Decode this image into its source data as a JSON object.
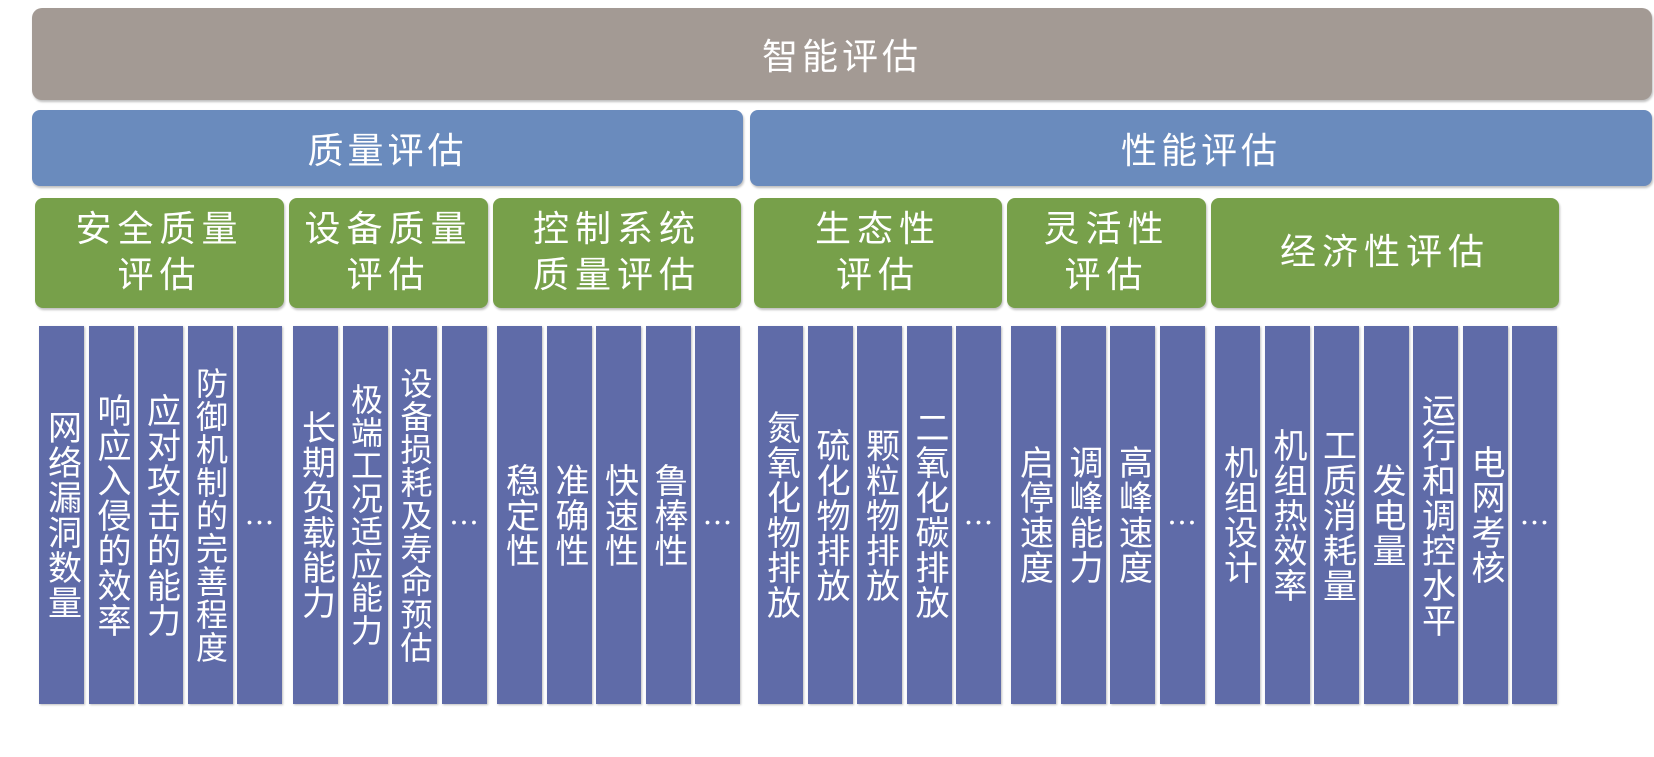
{
  "root": {
    "label": "智能评估"
  },
  "level1": [
    {
      "label": "质量评估"
    },
    {
      "label": "性能评估"
    }
  ],
  "level2": [
    {
      "lines": [
        "安全质量",
        "评估"
      ]
    },
    {
      "lines": [
        "设备质量",
        "评估"
      ]
    },
    {
      "lines": [
        "控制系统",
        "质量评估"
      ]
    },
    {
      "lines": [
        "生态性",
        "评估"
      ]
    },
    {
      "lines": [
        "灵活性",
        "评估"
      ]
    },
    {
      "lines": [
        "经济性评估"
      ]
    }
  ],
  "leaves": [
    [
      "网络漏洞数量",
      "响应入侵的效率",
      "应对攻击的能力",
      "防御机制的完善程度",
      "…"
    ],
    [
      "长期负载能力",
      "极端工况适应能力",
      "设备损耗及寿命预估",
      "…"
    ],
    [
      "稳定性",
      "准确性",
      "快速性",
      "鲁棒性",
      "…"
    ],
    [
      "氮氧化物排放",
      "硫化物排放",
      "颗粒物排放",
      "二氧化碳排放",
      "…"
    ],
    [
      "启停速度",
      "调峰能力",
      "高峰速度",
      "…"
    ],
    [
      "机组设计",
      "机组热效率",
      "工质消耗量",
      "发电量",
      "运行和调控水平",
      "电网考核",
      "…"
    ]
  ],
  "colors": {
    "root": "#a39a94",
    "level1": "#6a8bbd",
    "level2": "#77a04a",
    "leaf": "#5f6ba8",
    "text": "#ffffff"
  }
}
